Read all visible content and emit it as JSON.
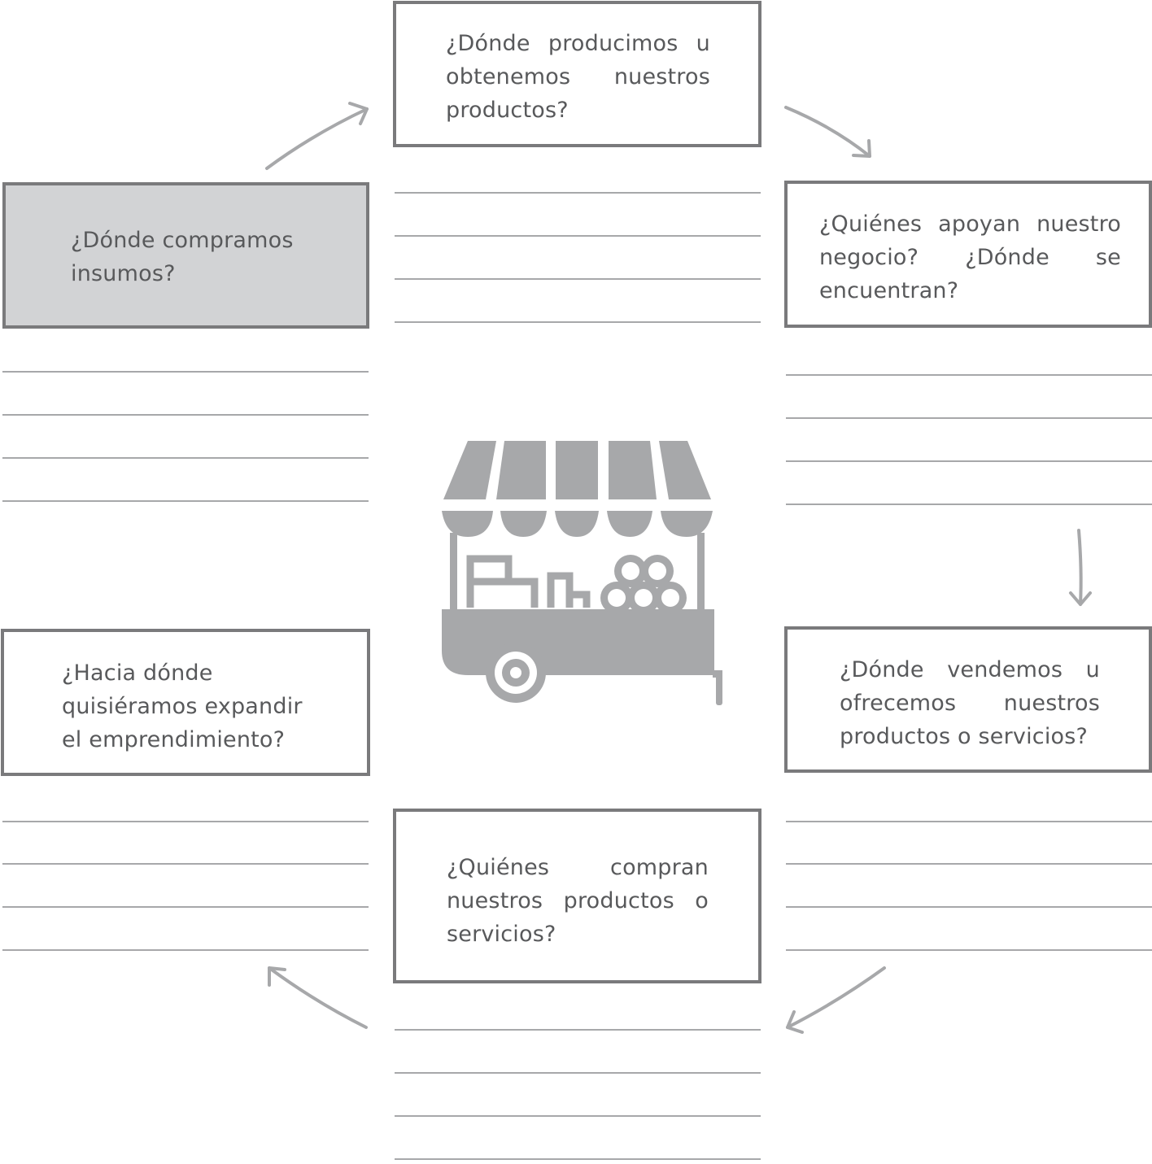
{
  "questions": {
    "producimos": "¿Dónde producimos u obtenemos nuestros productos?",
    "apoyan": "¿Quiénes apoyan nuestro negocio? ¿Dónde se encuentran?",
    "vendemos": "¿Dónde vendemos u ofrecemos nuestros productos o servicios?",
    "compran": "¿Quiénes compran nuestros productos o servicios?",
    "expandir": "¿Hacia dónde quisiéramos expandir el emprendimiento?",
    "insumos": "¿Dónde compramos insumos?"
  },
  "colors": {
    "border": "#7a7a7c",
    "text": "#58595b",
    "highlight_fill": "#d2d3d5",
    "rule": "#a7a8aa",
    "arrow": "#a7a8aa",
    "icon": "#a7a8aa"
  },
  "icon": "market-stall-icon"
}
